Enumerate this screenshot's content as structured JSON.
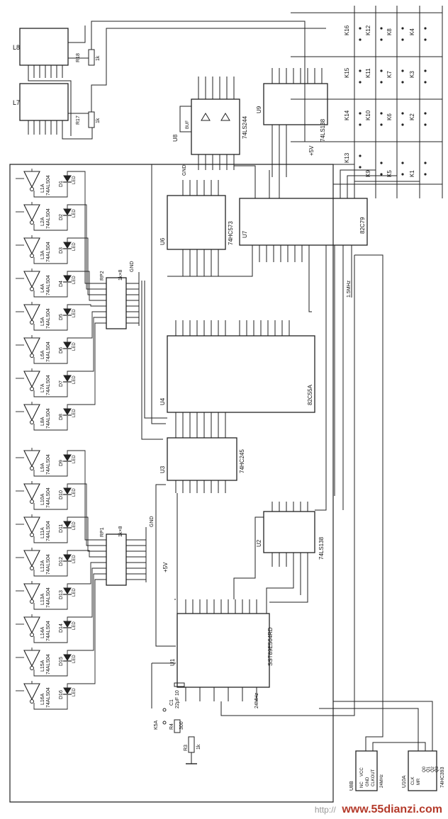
{
  "schematic": {
    "chips": [
      {
        "id": "U1",
        "part": "SST89E564RD"
      },
      {
        "id": "U2",
        "part": "74LS138"
      },
      {
        "id": "U3",
        "part": "74HC245"
      },
      {
        "id": "U4",
        "part": "82C55A"
      },
      {
        "id": "U6",
        "part": "74HC573"
      },
      {
        "id": "U7",
        "part": "82C79"
      },
      {
        "id": "U8",
        "part": "74LS244"
      },
      {
        "id": "U9",
        "part": "74LS138"
      },
      {
        "id": "U10A",
        "part": "74HC393"
      },
      {
        "id": "U8B",
        "part": "BUF"
      }
    ],
    "displays": [
      "L8",
      "L7"
    ],
    "resistors": [
      {
        "id": "R18",
        "value": "1k"
      },
      {
        "id": "R17",
        "value": "1k"
      },
      {
        "id": "R4",
        "value": "300"
      },
      {
        "id": "R3",
        "value": "1k"
      },
      {
        "id": "RP1",
        "value": "1k×8"
      },
      {
        "id": "RP2",
        "value": "1k×8"
      }
    ],
    "capacitors": [
      {
        "id": "C1",
        "value": "22μF 10"
      }
    ],
    "switch": "K5A",
    "crystal": "24MHz",
    "clock_label": "1.5MHz",
    "power_labels": [
      "+5V",
      "+5V"
    ],
    "ground_label": "GND",
    "gates": [
      "L1A",
      "L2A",
      "L3A",
      "L4A",
      "L5A",
      "L6A",
      "L7A",
      "L8A",
      "L9A",
      "L10A",
      "L11A",
      "L12A",
      "L13A",
      "L14A",
      "L15A",
      "L16A"
    ],
    "gate_part": "74ALS04",
    "leds": [
      "D1",
      "D2",
      "D3",
      "D4",
      "D5",
      "D6",
      "D7",
      "D8",
      "D9",
      "D10",
      "D11",
      "D12",
      "D13",
      "D14",
      "D15",
      "D16"
    ],
    "led_label": "LED",
    "keys": [
      "K16",
      "K12",
      "K8",
      "K4",
      "K15",
      "K11",
      "K7",
      "K3",
      "K14",
      "K10",
      "K6",
      "K2",
      "K13",
      "K9",
      "K5",
      "K1"
    ],
    "osc_pins": [
      "VCC",
      "GND",
      "CLKOUT",
      "NC"
    ],
    "osc_label": "U8B",
    "counter_pins": [
      "CLK",
      "MR",
      "Q0",
      "Q1",
      "Q2",
      "Q3"
    ]
  },
  "watermark": {
    "prefix": "http://",
    "site": "www.55dianzi.com"
  }
}
